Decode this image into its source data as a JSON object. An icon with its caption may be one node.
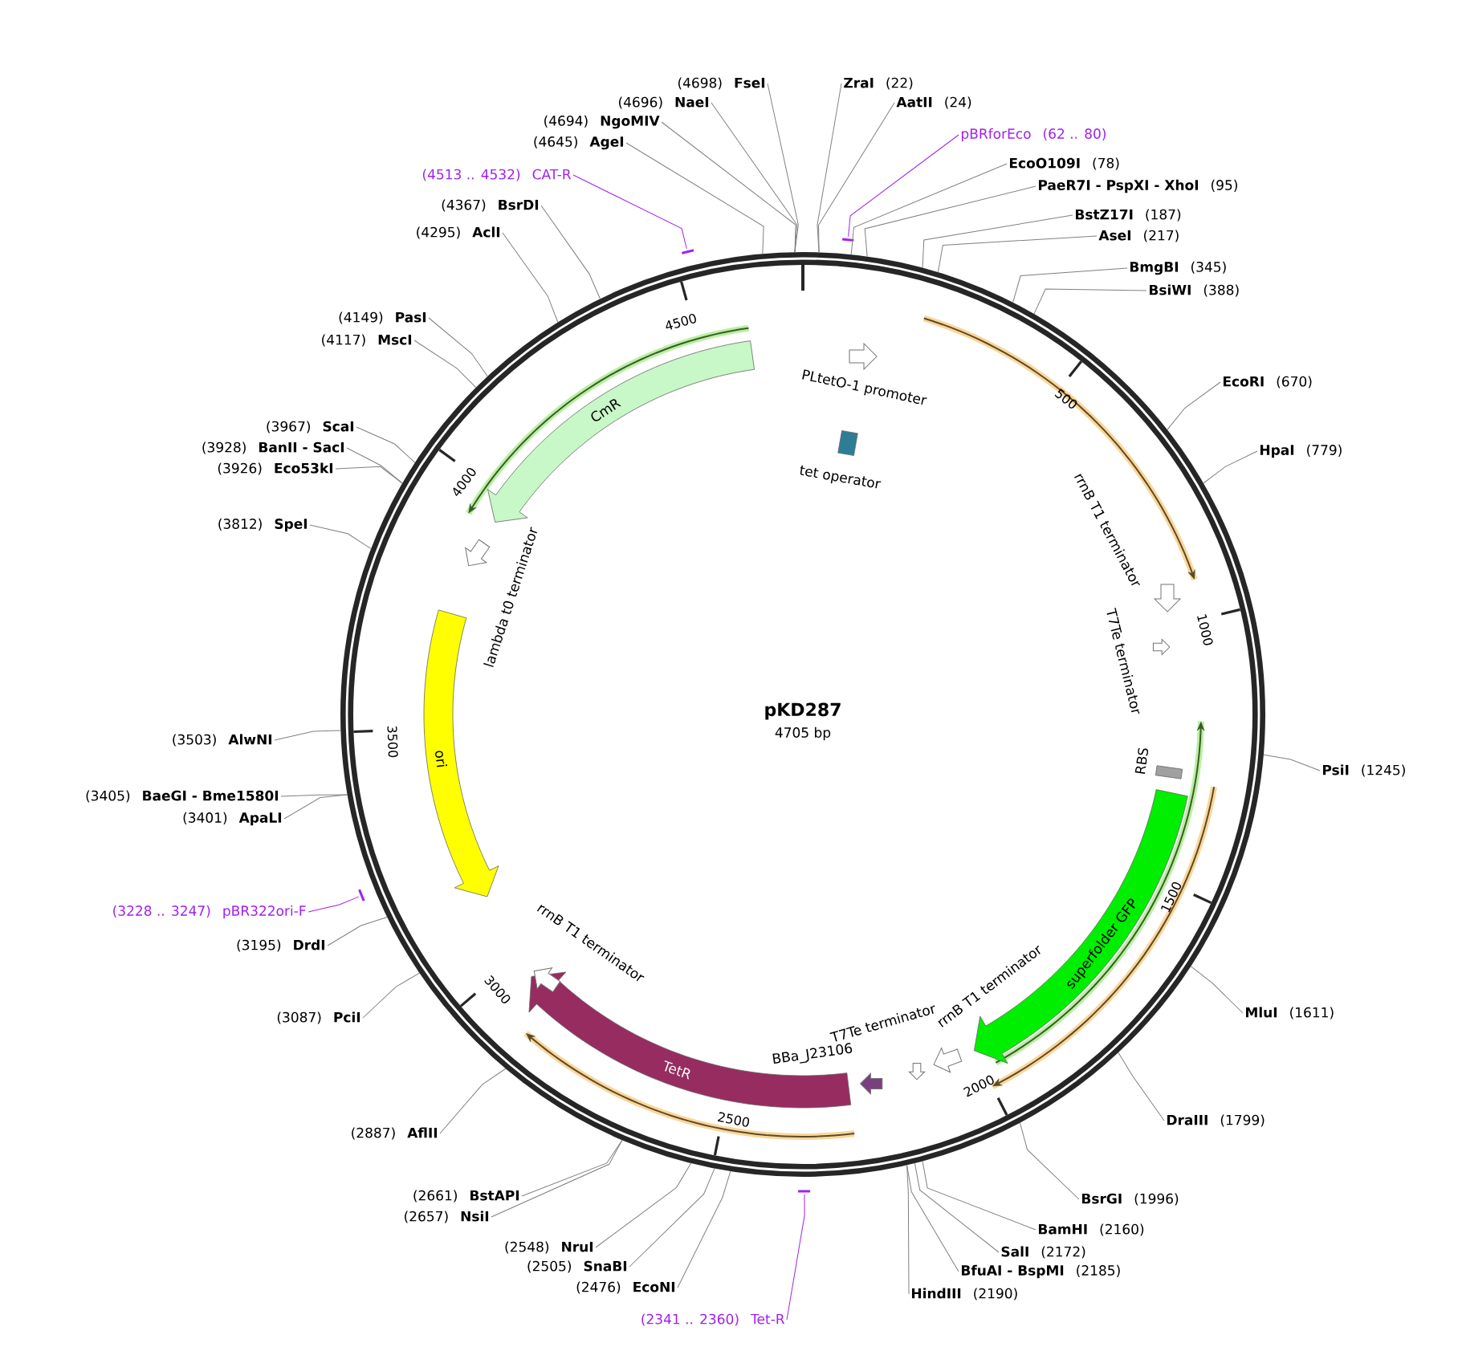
{
  "diagram": {
    "title": "pKD287",
    "nodes": [
      {
        "text": [
          "ZraI",
          "(22)"
        ]
      },
      {
        "text": [
          "AatII",
          "(24)"
        ]
      },
      {
        "text": [
          "pBRforEco",
          "(62 .. 80)"
        ]
      },
      {
        "text": [
          "EcoO109I",
          "(78)"
        ]
      },
      {
        "text": [
          "PaeR7I - PspXI - XhoI",
          "(95)"
        ]
      },
      {
        "text": [
          "BstZ17I",
          "(187)"
        ]
      },
      {
        "text": [
          "AseI",
          "(217)"
        ]
      },
      {
        "text": [
          "BmgBI",
          "(345)"
        ]
      },
      {
        "text": [
          "BsiWI",
          "(388)"
        ]
      },
      {
        "text": [
          "EcoRI",
          "(670)"
        ]
      },
      {
        "text": [
          "HpaI",
          "(779)"
        ]
      },
      {
        "text": [
          "PsiI",
          "(1245)"
        ]
      },
      {
        "text": [
          "MluI",
          "(1611)"
        ]
      },
      {
        "text": [
          "DraIII",
          "(1799)"
        ]
      },
      {
        "text": [
          "BsrGI",
          "(1996)"
        ]
      },
      {
        "text": [
          "BamHI",
          "(2160)"
        ]
      },
      {
        "text": [
          "SalI",
          "(2172)"
        ]
      },
      {
        "text": [
          "BfuAI - BspMI",
          "(2185)"
        ]
      },
      {
        "text": [
          "HindIII",
          "(2190)"
        ]
      },
      {
        "text": [
          "(2341 .. 2360)",
          "Tet-R"
        ]
      },
      {
        "text": [
          "(2476)",
          "EcoNI"
        ]
      },
      {
        "text": [
          "(2505)",
          "SnaBI"
        ]
      },
      {
        "text": [
          "(2548)",
          "NruI"
        ]
      },
      {
        "text": [
          "(2657)",
          "NsiI"
        ]
      },
      {
        "text": [
          "(2661)",
          "BstAPI"
        ]
      },
      {
        "text": [
          "(2887)",
          "AflII"
        ]
      },
      {
        "text": [
          "(3087)",
          "PciI"
        ]
      },
      {
        "text": [
          "(3195)",
          "DrdI"
        ]
      },
      {
        "text": [
          "(3228 .. 3247)",
          "pBR322ori-F"
        ]
      },
      {
        "text": [
          "(3401)",
          "ApaLI"
        ]
      },
      {
        "text": [
          "(3405)",
          "BaeGI - Bme1580I"
        ]
      },
      {
        "text": [
          "(3503)",
          "AlwNI"
        ]
      },
      {
        "text": [
          "(3812)",
          "SpeI"
        ]
      },
      {
        "text": [
          "(3926)",
          "Eco53kI"
        ]
      },
      {
        "text": [
          "(3928)",
          "BanII - SacI"
        ]
      },
      {
        "text": [
          "(3967)",
          "ScaI"
        ]
      },
      {
        "text": [
          "(4117)",
          "MscI"
        ]
      },
      {
        "text": [
          "(4149)",
          "PasI"
        ]
      },
      {
        "text": [
          "(4295)",
          "AclI"
        ]
      },
      {
        "text": [
          "(4367)",
          "BsrDI"
        ]
      },
      {
        "text": [
          "(4513 .. 4532)",
          "CAT-R"
        ]
      },
      {
        "text": [
          "(4645)",
          "AgeI"
        ]
      },
      {
        "text": [
          "(4694)",
          "NgoMIV"
        ]
      },
      {
        "text": [
          "(4696)",
          "NaeI"
        ]
      },
      {
        "text": [
          "(4698)",
          "FseI"
        ]
      },
      {
        "text": [
          "PLtetO-1 promoter"
        ],
        "in": 59
      },
      {
        "text": [
          "tet operator"
        ],
        "in": 59
      },
      {
        "text": [
          "rrnB T1 terminator"
        ],
        "in": 59
      },
      {
        "text": [
          "T7Te terminator"
        ],
        "in": 59
      },
      {
        "text": [
          "RBS"
        ],
        "in": 59
      },
      {
        "text": [
          "superfolder GFP"
        ],
        "in": 59
      },
      {
        "text": [
          "rrnB T1 terminator"
        ],
        "in": 59
      },
      {
        "text": [
          "T7Te terminator"
        ],
        "in": 59
      },
      {
        "text": [
          "BBa_J23106"
        ],
        "in": 59
      },
      {
        "text": [
          "TetR"
        ],
        "in": 59
      },
      {
        "text": [
          "rrnB T1 terminator"
        ],
        "in": 59
      },
      {
        "text": [
          "ori"
        ],
        "in": 59
      },
      {
        "text": [
          "lambda t0 terminator"
        ],
        "in": 59
      },
      {
        "text": [
          "CmR"
        ],
        "in": 59
      },
      {
        "text": [],
        "shape": "circle"
      }
    ],
    "edges": [
      {
        "from": 0,
        "to": 59,
        "arrow": "none"
      },
      {
        "from": 1,
        "to": 59,
        "arrow": "none"
      },
      {
        "from": 2,
        "to": null,
        "arrow": "none",
        "color": "#a020f0"
      },
      {
        "from": 3,
        "to": 59,
        "arrow": "none"
      },
      {
        "from": 4,
        "to": 59,
        "arrow": "none"
      },
      {
        "from": 5,
        "to": 59,
        "arrow": "none"
      },
      {
        "from": 6,
        "to": 59,
        "arrow": "none"
      },
      {
        "from": 7,
        "to": 59,
        "arrow": "none"
      },
      {
        "from": 8,
        "to": 59,
        "arrow": "none"
      },
      {
        "from": 9,
        "to": 59,
        "arrow": "none"
      },
      {
        "from": 10,
        "to": 59,
        "arrow": "none"
      },
      {
        "from": 11,
        "to": 59,
        "arrow": "none"
      },
      {
        "from": 12,
        "to": 59,
        "arrow": "none"
      },
      {
        "from": 13,
        "to": 59,
        "arrow": "none"
      },
      {
        "from": 14,
        "to": 59,
        "arrow": "none"
      },
      {
        "from": 15,
        "to": 59,
        "arrow": "none"
      },
      {
        "from": 16,
        "to": 59,
        "arrow": "none"
      },
      {
        "from": 17,
        "to": 59,
        "arrow": "none"
      },
      {
        "from": 18,
        "to": 59,
        "arrow": "none"
      },
      {
        "from": 19,
        "to": null,
        "arrow": "none",
        "color": "#a020f0"
      },
      {
        "from": 20,
        "to": 59,
        "arrow": "none"
      },
      {
        "from": 21,
        "to": 59,
        "arrow": "none"
      },
      {
        "from": 22,
        "to": 59,
        "arrow": "none"
      },
      {
        "from": 23,
        "to": 59,
        "arrow": "none"
      },
      {
        "from": 24,
        "to": 59,
        "arrow": "none"
      },
      {
        "from": 25,
        "to": 59,
        "arrow": "none"
      },
      {
        "from": 26,
        "to": 59,
        "arrow": "none"
      },
      {
        "from": 27,
        "to": 59,
        "arrow": "none"
      },
      {
        "from": 28,
        "to": null,
        "arrow": "none",
        "color": "#a020f0"
      },
      {
        "from": 29,
        "to": 59,
        "arrow": "none"
      },
      {
        "from": 30,
        "to": 59,
        "arrow": "none"
      },
      {
        "from": 31,
        "to": 59,
        "arrow": "none"
      },
      {
        "from": 32,
        "to": 59,
        "arrow": "none"
      },
      {
        "from": 33,
        "to": 59,
        "arrow": "none"
      },
      {
        "from": 34,
        "to": 59,
        "arrow": "none"
      },
      {
        "from": 35,
        "to": 59,
        "arrow": "none"
      },
      {
        "from": 36,
        "to": 59,
        "arrow": "none"
      },
      {
        "from": 37,
        "to": 59,
        "arrow": "none"
      },
      {
        "from": 38,
        "to": 59,
        "arrow": "none"
      },
      {
        "from": 39,
        "to": 59,
        "arrow": "none"
      },
      {
        "from": 40,
        "to": null,
        "arrow": "none",
        "color": "#a020f0"
      },
      {
        "from": 41,
        "to": 59,
        "arrow": "none"
      },
      {
        "from": 42,
        "to": 59,
        "arrow": "none"
      },
      {
        "from": 43,
        "to": 59,
        "arrow": "none"
      },
      {
        "from": 44,
        "to": 59,
        "arrow": "none"
      }
    ],
    "labels": [
      "4705 bp",
      "500",
      "1000",
      "1500",
      "2000",
      "2500",
      "3000",
      "3500",
      "4000",
      "4500"
    ]
  }
}
